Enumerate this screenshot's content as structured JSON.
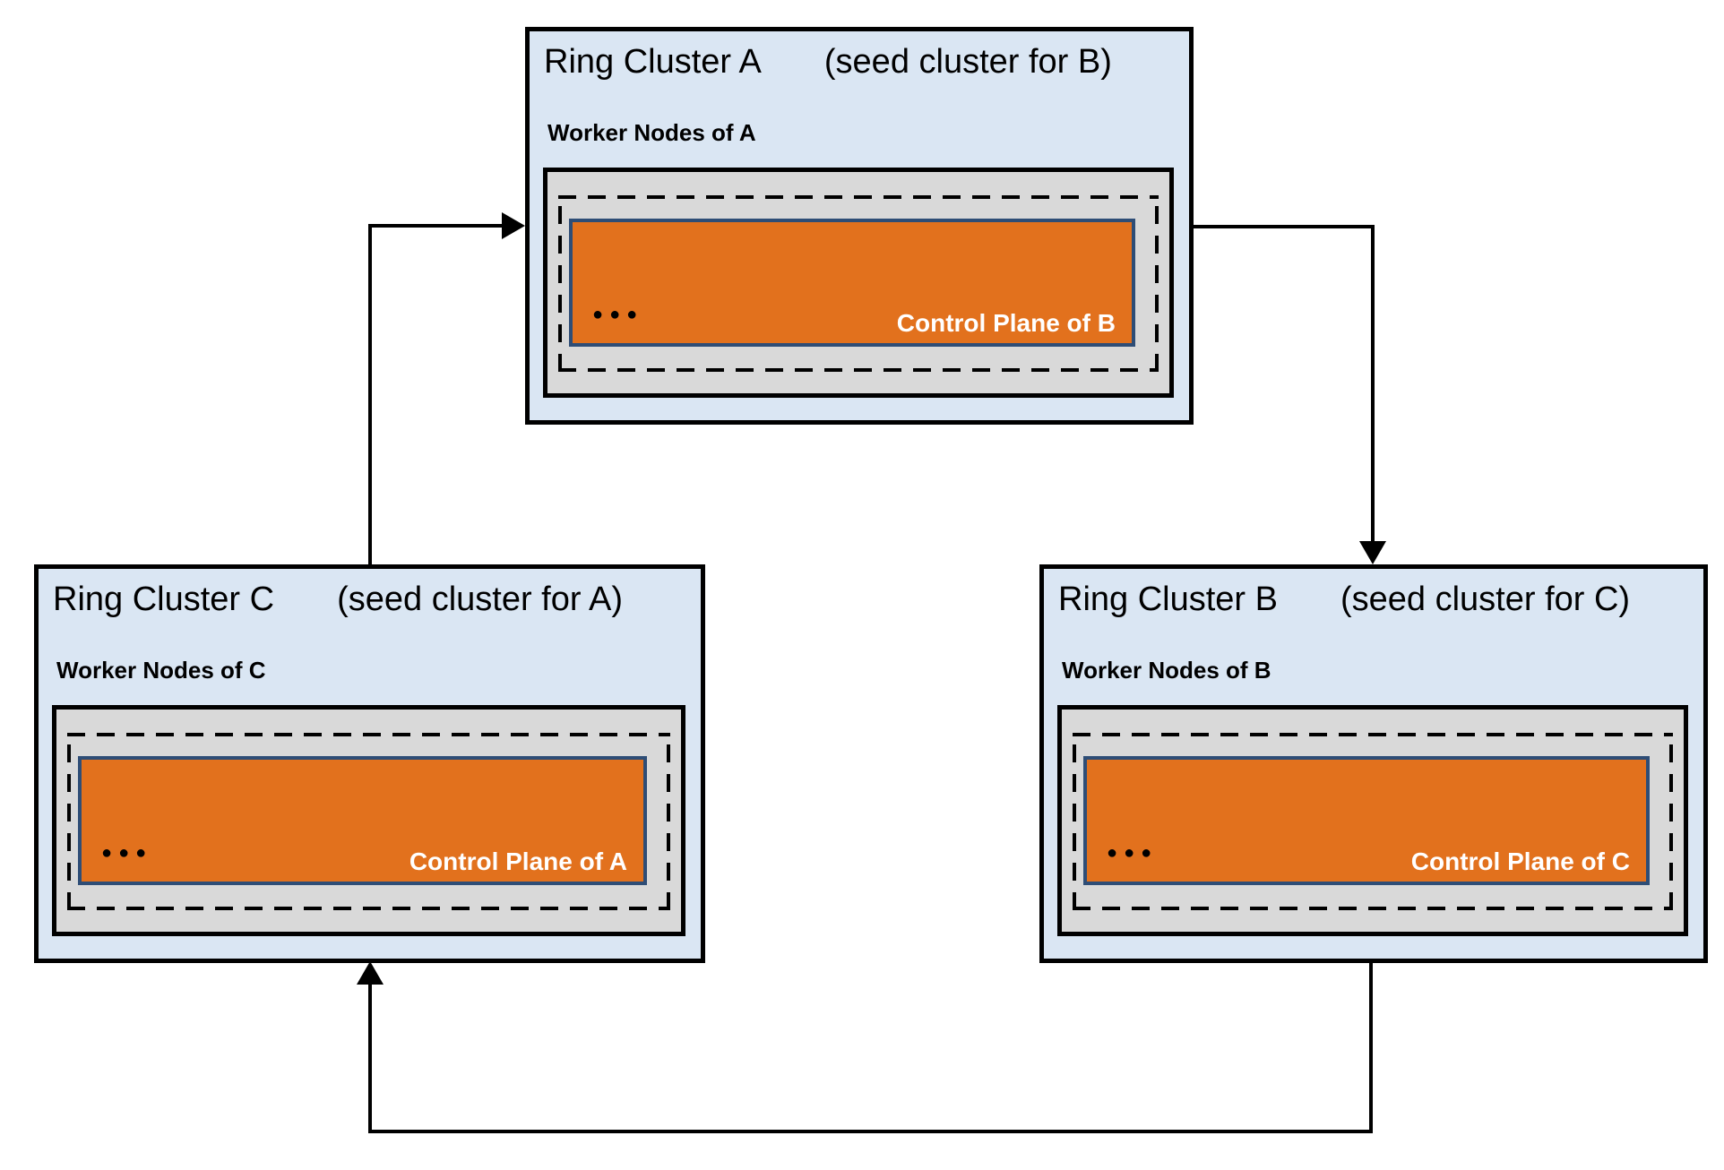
{
  "clusters": [
    {
      "id": "A",
      "title": "Ring Cluster A",
      "seed_note": "(seed cluster for B)",
      "worker_label": "Worker Nodes of A",
      "dots": "●●●",
      "control_plane_label": "Control Plane of B"
    },
    {
      "id": "C",
      "title": "Ring Cluster C",
      "seed_note": "(seed cluster for A)",
      "worker_label": "Worker Nodes of C",
      "dots": "●●●",
      "control_plane_label": "Control Plane of A"
    },
    {
      "id": "B",
      "title": "Ring Cluster B",
      "seed_note": "(seed cluster for C)",
      "worker_label": "Worker Nodes of B",
      "dots": "●●●",
      "control_plane_label": "Control Plane of C"
    }
  ],
  "edges": [
    {
      "from": "C",
      "to": "A"
    },
    {
      "from": "A",
      "to": "B"
    },
    {
      "from": "B",
      "to": "C"
    }
  ],
  "colors": {
    "cluster_background": "#dae6f3",
    "worker_nodes_background": "#d9d9d9",
    "control_plane_fill": "#e2711d",
    "control_plane_border": "#2e4d76",
    "line": "#000000"
  }
}
